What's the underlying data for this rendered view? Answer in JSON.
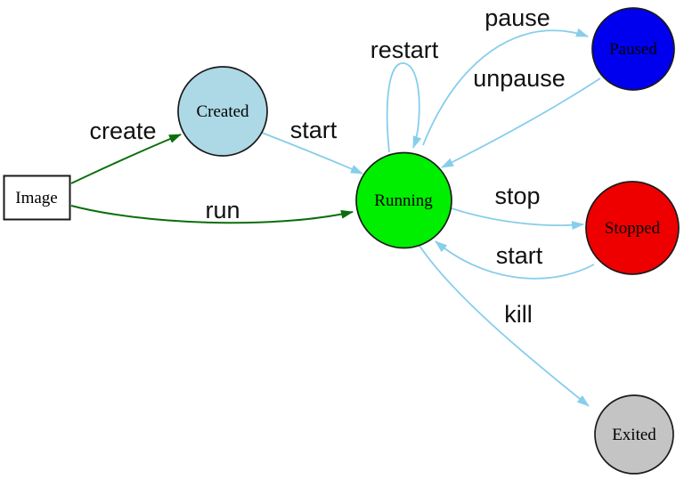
{
  "diagram": {
    "title": "container-lifecycle-state-diagram",
    "background": "#ffffff",
    "edge_colors": {
      "action": "#87ceeb",
      "creation": "#0b6e0b"
    },
    "nodes": [
      {
        "id": "image",
        "label": "Image",
        "shape": "box",
        "fill": "#ffffff",
        "border": "#2222cc"
      },
      {
        "id": "created",
        "label": "Created",
        "shape": "circle",
        "fill": "#add8e6"
      },
      {
        "id": "running",
        "label": "Running",
        "shape": "circle",
        "fill": "#00ee00"
      },
      {
        "id": "paused",
        "label": "Paused",
        "shape": "circle",
        "fill": "#0000ee"
      },
      {
        "id": "stopped",
        "label": "Stopped",
        "shape": "circle",
        "fill": "#ee0000"
      },
      {
        "id": "exited",
        "label": "Exited",
        "shape": "circle",
        "fill": "#c4c4c4"
      }
    ],
    "edges": [
      {
        "from": "image",
        "to": "created",
        "label": "create",
        "color": "#0b6e0b"
      },
      {
        "from": "image",
        "to": "running",
        "label": "run",
        "color": "#0b6e0b"
      },
      {
        "from": "created",
        "to": "running",
        "label": "start",
        "color": "#87ceeb"
      },
      {
        "from": "running",
        "to": "running",
        "label": "restart",
        "color": "#87ceeb"
      },
      {
        "from": "running",
        "to": "paused",
        "label": "pause",
        "color": "#87ceeb"
      },
      {
        "from": "paused",
        "to": "running",
        "label": "unpause",
        "color": "#87ceeb"
      },
      {
        "from": "running",
        "to": "stopped",
        "label": "stop",
        "color": "#87ceeb"
      },
      {
        "from": "stopped",
        "to": "running",
        "label": "start",
        "color": "#87ceeb"
      },
      {
        "from": "running",
        "to": "exited",
        "label": "kill",
        "color": "#87ceeb"
      }
    ]
  }
}
